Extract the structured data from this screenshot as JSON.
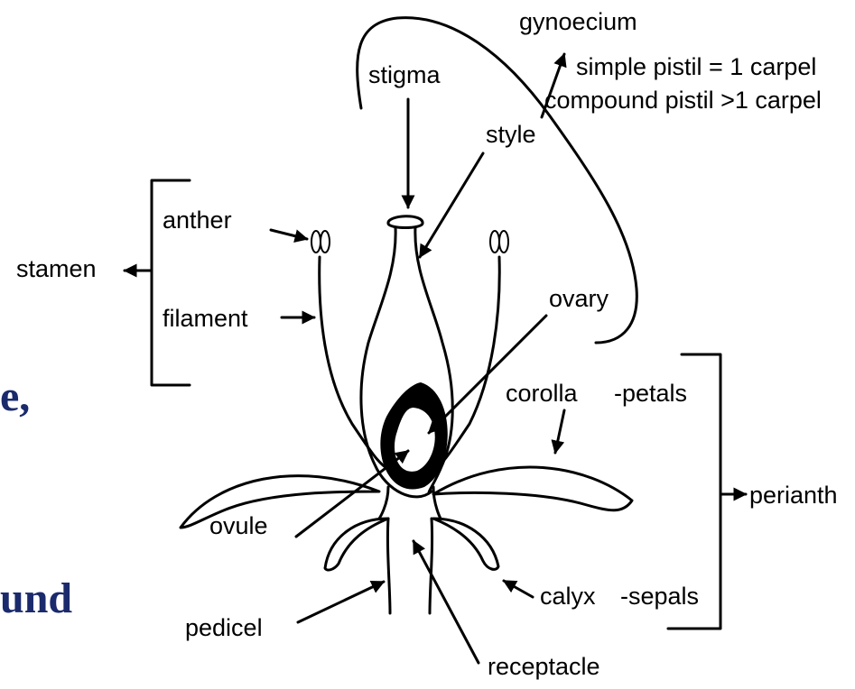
{
  "colors": {
    "slide_text": "#1a2a6c",
    "diagram_ink": "#000000",
    "background": "#ffffff"
  },
  "slide_fragments": {
    "line1": "e,",
    "line2": "und"
  },
  "labels": {
    "gynoecium": "gynoecium",
    "simple_pistil": "simple pistil = 1 carpel",
    "compound_pistil": "compound pistil >1 carpel",
    "stigma": "stigma",
    "style": "style",
    "anther": "anther",
    "stamen": "stamen",
    "filament": "filament",
    "ovary": "ovary",
    "corolla": "corolla",
    "petals": "-petals",
    "perianth": "perianth",
    "ovule": "ovule",
    "calyx": "calyx",
    "sepals": "-sepals",
    "pedicel": "pedicel",
    "receptacle": "receptacle"
  }
}
